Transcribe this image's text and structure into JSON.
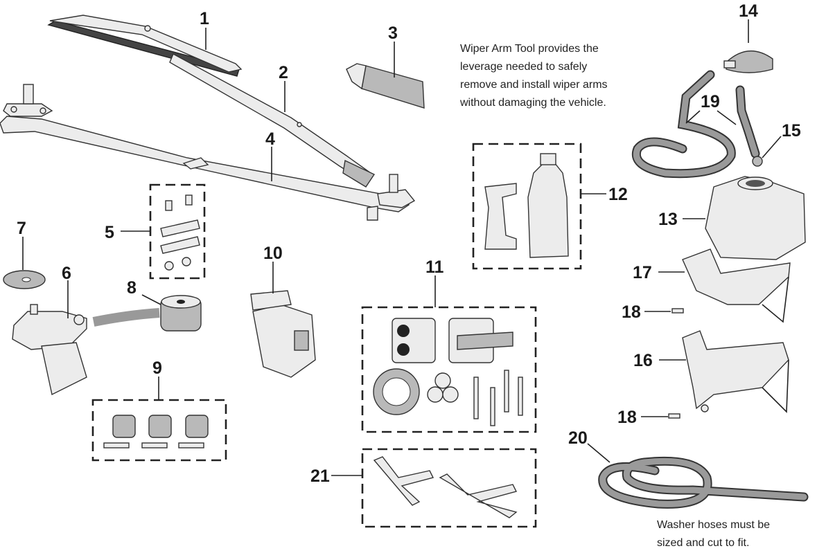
{
  "callouts": [
    "1",
    "2",
    "3",
    "4",
    "5",
    "6",
    "7",
    "8",
    "9",
    "10",
    "11",
    "12",
    "13",
    "14",
    "15",
    "16",
    "17",
    "18",
    "18",
    "19",
    "20",
    "21"
  ],
  "notes": {
    "wiper_tool": [
      "Wiper Arm Tool provides the",
      "leverage needed to safely",
      "remove and install wiper arms",
      "without damaging the vehicle."
    ],
    "hoses": [
      "Washer hoses must be",
      "sized and cut to fit."
    ]
  },
  "colors": {
    "ink": "#1a1a1a",
    "part_fill": "#ececec",
    "part_shade": "#b9b9b9",
    "blade": "#444444"
  }
}
